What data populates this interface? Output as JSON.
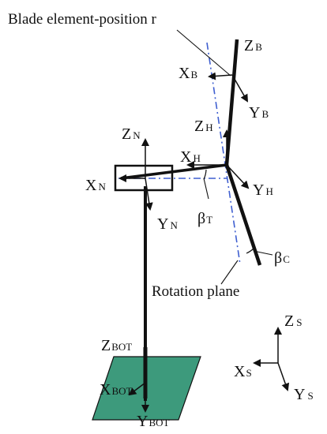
{
  "labels": {
    "blade_element": "Blade element-position r",
    "rotation_plane": "Rotation plane",
    "beta_T": {
      "main": "β",
      "sub": "T"
    },
    "beta_C": {
      "main": "β",
      "sub": "C"
    }
  },
  "frames": {
    "blade": {
      "z": "Z",
      "z_sub": "B",
      "x": "X",
      "x_sub": "B",
      "y": "Y",
      "y_sub": "B"
    },
    "hub": {
      "z": "Z",
      "z_sub": "H",
      "x": "X",
      "x_sub": "H",
      "y": "Y",
      "y_sub": "H"
    },
    "nacelle": {
      "z": "Z",
      "z_sub": "N",
      "x": "X",
      "x_sub": "N",
      "y": "Y",
      "y_sub": "N"
    },
    "bottom": {
      "z": "Z",
      "z_sub": "BOT",
      "x": "X",
      "x_sub": "BOT",
      "y": "Y",
      "y_sub": "BOT"
    },
    "global": {
      "z": "Z",
      "z_sub": "S",
      "x": "X",
      "x_sub": "S",
      "y": "Y",
      "y_sub": "S"
    }
  },
  "colors": {
    "ground": "#3d9a7c",
    "dash": "#3f5fd0",
    "ink": "#111111"
  }
}
